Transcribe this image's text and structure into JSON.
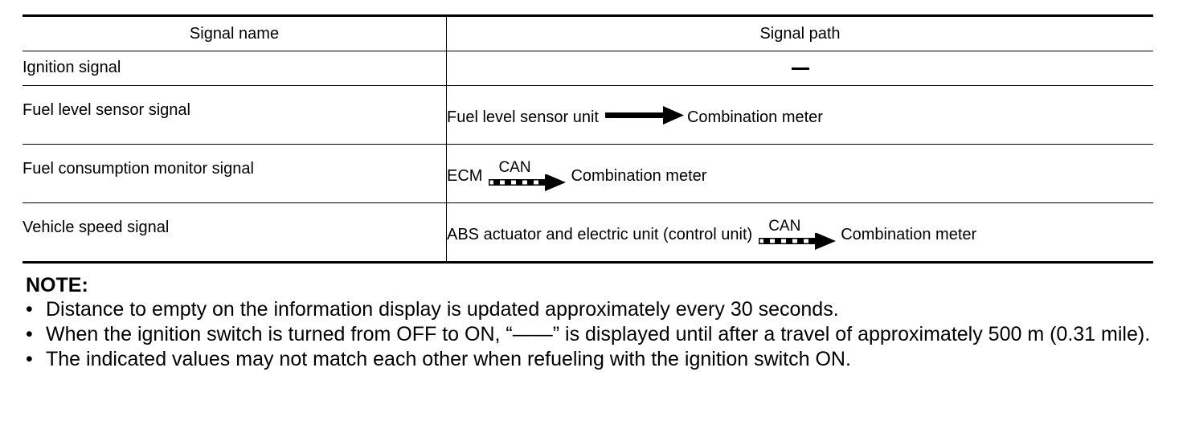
{
  "table": {
    "headers": {
      "signal_name": "Signal name",
      "signal_path": "Signal path"
    },
    "rows": [
      {
        "name": "Ignition signal",
        "path_type": "none",
        "path_text": "—"
      },
      {
        "name": "Fuel level sensor signal",
        "path_type": "solid-arrow",
        "source": "Fuel level sensor unit",
        "destination": "Combination meter"
      },
      {
        "name": "Fuel consumption monitor signal",
        "path_type": "can-arrow",
        "source": "ECM",
        "can_label": "CAN",
        "destination": "Combination meter"
      },
      {
        "name": "Vehicle speed signal",
        "path_type": "can-arrow",
        "source": "ABS actuator and electric unit (control unit)",
        "can_label": "CAN",
        "destination": "Combination meter"
      }
    ]
  },
  "note": {
    "title": "NOTE:",
    "bullet": "•",
    "items": [
      "Distance to empty on the information display is updated approximately every 30 seconds.",
      "When the ignition switch is turned from OFF to ON, “——” is displayed until after a travel of approximately 500 m (0.31 mile).",
      "The indicated values may not match each other when refueling with the ignition switch ON."
    ]
  }
}
